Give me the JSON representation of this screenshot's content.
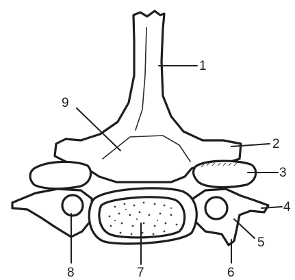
{
  "figure": {
    "labels": [
      {
        "id": "1",
        "text": "1"
      },
      {
        "id": "2",
        "text": "2"
      },
      {
        "id": "3",
        "text": "3"
      },
      {
        "id": "4",
        "text": "4"
      },
      {
        "id": "5",
        "text": "5"
      },
      {
        "id": "6",
        "text": "6"
      },
      {
        "id": "7",
        "text": "7"
      },
      {
        "id": "8",
        "text": "8"
      },
      {
        "id": "9",
        "text": "9"
      }
    ],
    "colors": {
      "ink": "#1e1e1e",
      "paper": "#ffffff"
    }
  }
}
